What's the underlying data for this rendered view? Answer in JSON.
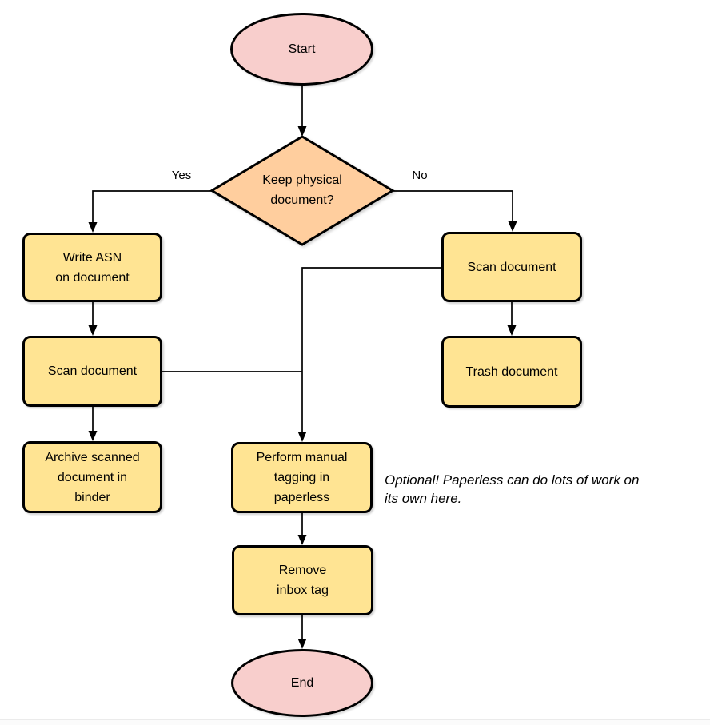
{
  "diagram": {
    "title_hint": "Paperless document intake flowchart",
    "nodes": {
      "start": {
        "label": "Start"
      },
      "decision": {
        "label": "Keep physical\ndocument?"
      },
      "write_asn": {
        "label": "Write ASN\non document"
      },
      "scan_left": {
        "label": "Scan document"
      },
      "archive": {
        "label": "Archive scanned\ndocument in\nbinder"
      },
      "scan_right": {
        "label": "Scan document"
      },
      "trash": {
        "label": "Trash document"
      },
      "tagging": {
        "label": "Perform manual\ntagging in\npaperless"
      },
      "remove_inbox": {
        "label": "Remove\ninbox tag"
      },
      "end": {
        "label": "End"
      }
    },
    "edge_labels": {
      "yes": "Yes",
      "no": "No"
    },
    "note": "Optional! Paperless can do lots of work on\nits own here.",
    "colors": {
      "terminal_fill": "#f8cecc",
      "decision_fill": "#ffce9e",
      "process_fill": "#ffe493",
      "stroke": "#000000",
      "background": "#ffffff"
    }
  }
}
